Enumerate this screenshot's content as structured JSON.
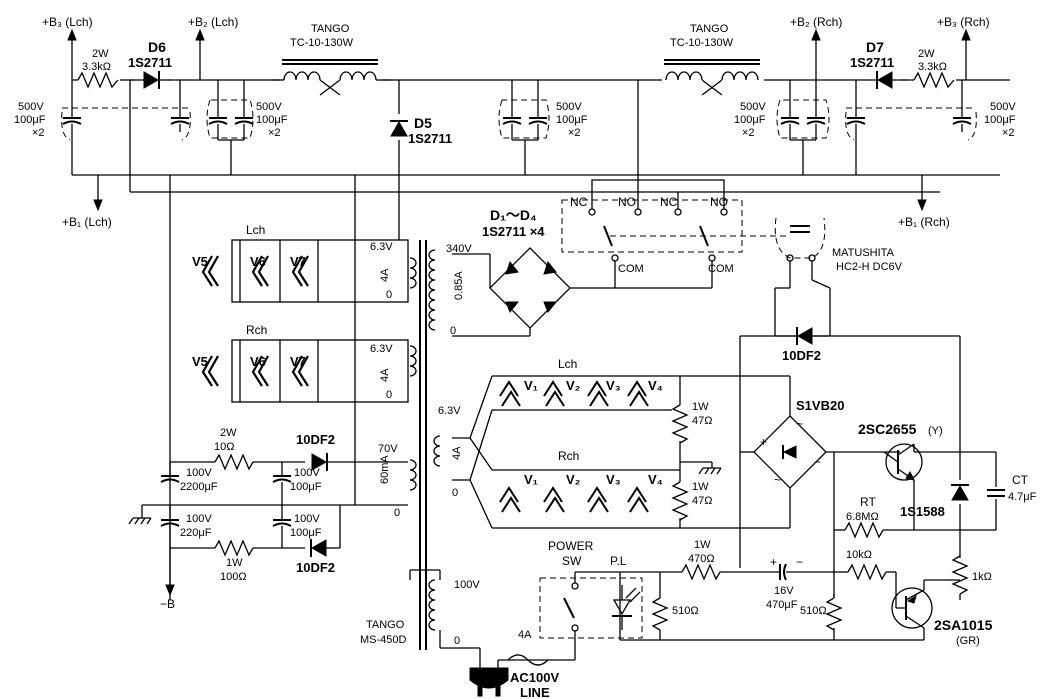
{
  "labels": {
    "b3_l": "+B₃ (Lch)",
    "b2_l": "+B₂ (Lch)",
    "b2_r": "+B₂ (Rch)",
    "b3_r": "+B₃ (Rch)",
    "b1_l": "+B₁ (Lch)",
    "b1_r": "+B₁ (Rch)",
    "neg_b": "−B",
    "choke_brand": "TANGO",
    "choke_model": "TC-10-130W",
    "xfmr_brand": "TANGO",
    "xfmr_model": "MS-450D",
    "r_2w": "2W",
    "r_3k3": "3.3kΩ",
    "d6": "D6",
    "d7": "D7",
    "d5": "D5",
    "diode_1s2711": "1S2711",
    "cap_500v": "500V",
    "cap_100uf": "100μF",
    "cap_x2": "×2",
    "d1d4": "D₁～D₄",
    "bridge_part": "1S2711 ×4",
    "relay_nc": "NC",
    "relay_no": "NO",
    "relay_com": "COM",
    "relay_brand": "MATUSHITA",
    "relay_model": "HC2-H DC6V",
    "lch": "Lch",
    "rch": "Rch",
    "v5": "V5",
    "v6": "V6",
    "v7": "V7",
    "v1": "V₁",
    "v2": "V₂",
    "v3": "V₃",
    "v4": "V₄",
    "sec_63v": "6.3V",
    "sec_4a": "4A",
    "sec_0": "0",
    "sec_340v": "340V",
    "sec_085a": "0.85A",
    "sec_70v": "70V",
    "sec_60ma": "60mA",
    "pri_100v": "100V",
    "d10df2": "10DF2",
    "r_10ohm": "10Ω",
    "r_100ohm": "100Ω",
    "r_1w": "1W",
    "c_100v": "100V",
    "c_2200uf": "2200μF",
    "c_220uf": "220μF",
    "c_100uf": "100μF",
    "r_47ohm": "47Ω",
    "bridge2": "S1VB20",
    "q1": "2SC2655",
    "q1_rank": "(Y)",
    "q2": "2SA1015",
    "q2_rank": "(GR)",
    "ct": "CT",
    "ct_val": "4.7μF",
    "rt": "RT",
    "rt_val": "6.8MΩ",
    "d_1s1588": "1S1588",
    "r_10k": "10kΩ",
    "r_1k": "1kΩ",
    "r_470": "470Ω",
    "r_510": "510Ω",
    "c_16v": "16V",
    "c_470uf": "470μF",
    "power": "POWER",
    "sw": "SW",
    "pl": "P.L",
    "fuse": "4A",
    "ac_line": "AC100V",
    "line": "LINE",
    "plus": "+",
    "minus": "−",
    "tilde": "~"
  }
}
